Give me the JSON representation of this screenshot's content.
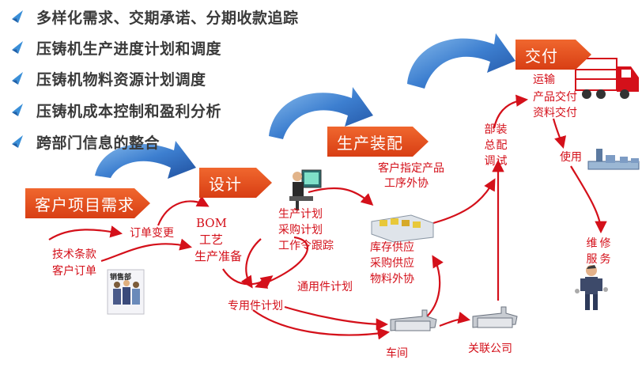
{
  "bullets": [
    "多样化需求、交期承诺、分期收款追踪",
    "压铸机生产进度计划和调度",
    "压铸机物料资源计划调度",
    "压铸机成本控制和盈利分析",
    "跨部门信息的整合"
  ],
  "banners": {
    "customer": "客户项目需求",
    "design": "设计",
    "assembly": "生产装配",
    "delivery": "交付"
  },
  "labels": {
    "tech_terms": "技术条款",
    "customer_order": "客户订单",
    "order_change": "订单变更",
    "bom": "BOM",
    "craft": "工艺",
    "prod_prep": "生产准备",
    "prod_plan": "生产计划",
    "purchase_plan": "采购计划",
    "work_order": "工作令跟踪",
    "customer_spec": "客户指定产品",
    "outsource_proc": "工序外协",
    "stock_supply": "库存供应",
    "purchase_supply": "采购供应",
    "material_outsource": "物料外协",
    "common_parts": "通用件计划",
    "special_parts": "专用件计划",
    "workshop": "车间",
    "related_company": "关联公司",
    "transport": "运输",
    "product_delivery": "产品交付",
    "doc_delivery": "资料交付",
    "use": "使用",
    "sales_dept": "销售部"
  },
  "vertical_labels": {
    "assembly_test": [
      "部",
      "装",
      "总",
      "配",
      "调",
      "试"
    ],
    "maintenance": [
      "维",
      "修",
      "服",
      "务"
    ]
  },
  "colors": {
    "banner": "#e2511f",
    "text_red": "#d4101a",
    "arrow_blue": "#2f6fc0",
    "bullet_blue": "#3a8fd8"
  }
}
